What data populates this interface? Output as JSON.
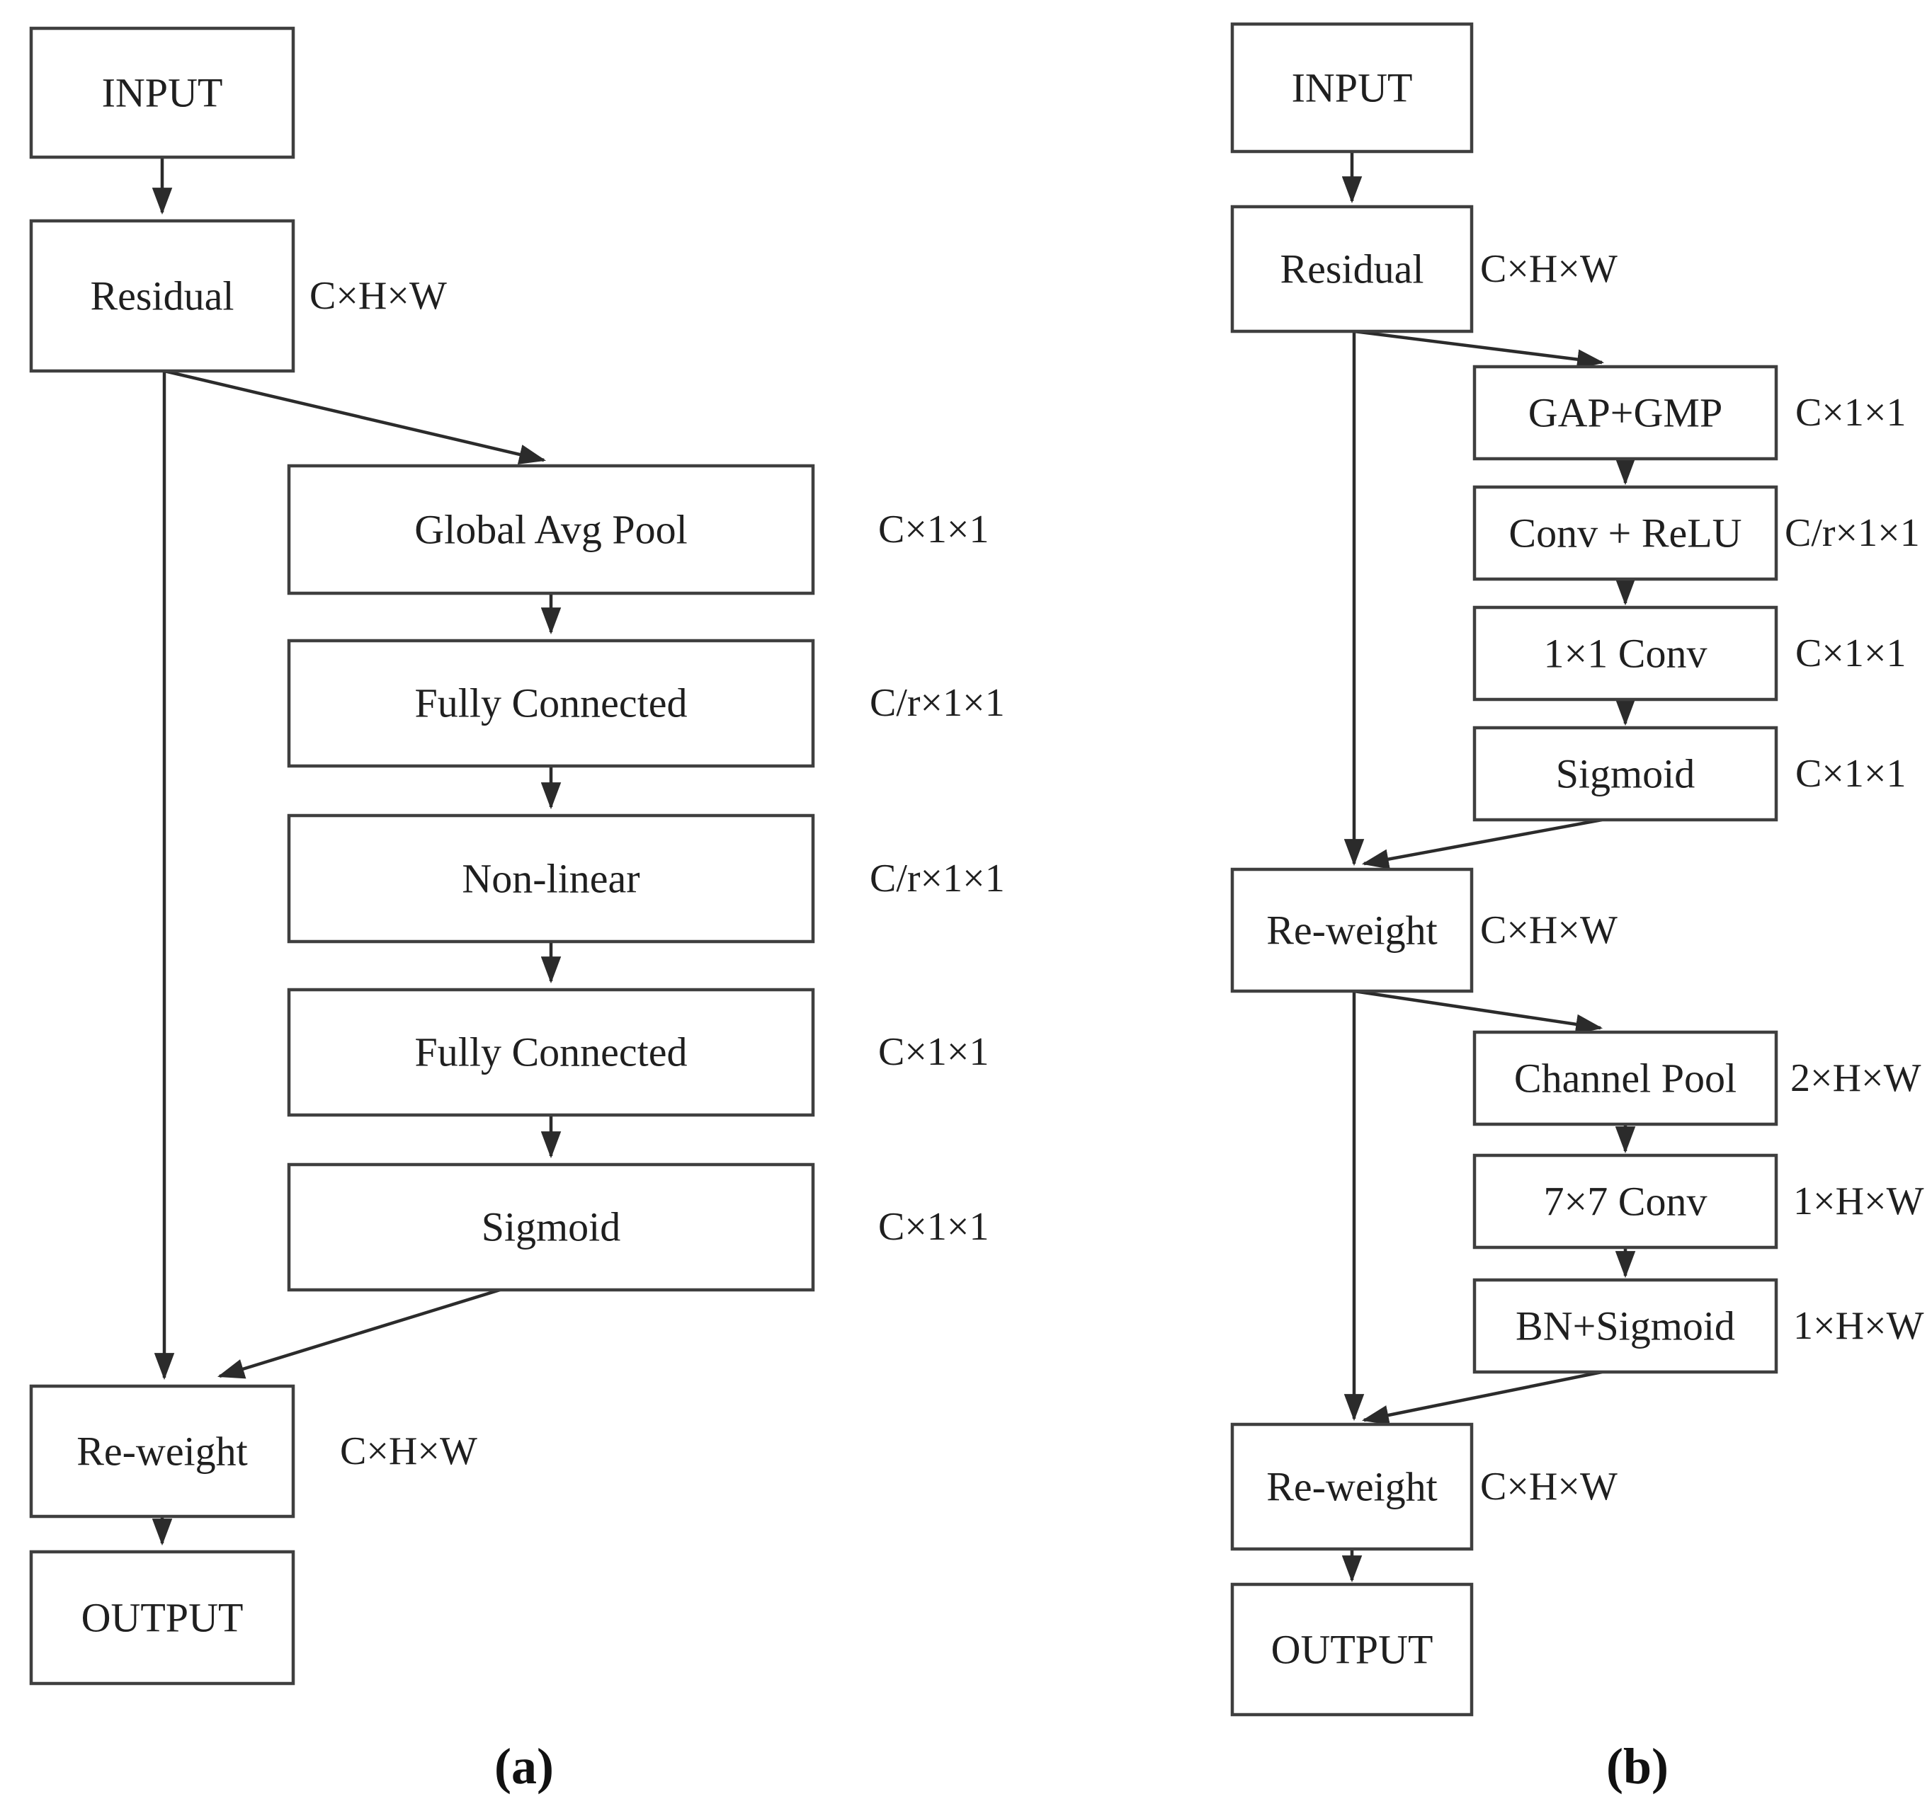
{
  "figure": {
    "background": "#ffffff",
    "line_color": "#2b2b2b",
    "box_border_color": "#3f3f3f",
    "text_color": "#1f1f1f"
  },
  "a": {
    "caption": "(a)",
    "boxes": {
      "input": "INPUT",
      "residual": "Residual",
      "gap": "Global Avg Pool",
      "fc1": "Fully Connected",
      "nonlinear": "Non-linear",
      "fc2": "Fully Connected",
      "sigmoid": "Sigmoid",
      "reweight": "Re-weight",
      "output": "OUTPUT"
    },
    "dims": {
      "residual": "C×H×W",
      "gap": "C×1×1",
      "fc1": "C/r×1×1",
      "nonlinear": "C/r×1×1",
      "fc2": "C×1×1",
      "sigmoid": "C×1×1",
      "reweight": "C×H×W"
    }
  },
  "b": {
    "caption": "(b)",
    "boxes": {
      "input": "INPUT",
      "residual": "Residual",
      "gapgmp": "GAP+GMP",
      "convrelu": "Conv + ReLU",
      "conv1x1": "1×1 Conv",
      "sigmoid": "Sigmoid",
      "reweight1": "Re-weight",
      "channelpool": "Channel Pool",
      "conv7x7": "7×7 Conv",
      "bnsigmoid": "BN+Sigmoid",
      "reweight2": "Re-weight",
      "output": "OUTPUT"
    },
    "dims": {
      "residual": "C×H×W",
      "gapgmp": "C×1×1",
      "convrelu": "C/r×1×1",
      "conv1x1": "C×1×1",
      "sigmoid": "C×1×1",
      "reweight1": "C×H×W",
      "channelpool": "2×H×W",
      "conv7x7": "1×H×W",
      "bnsigmoid": "1×H×W",
      "reweight2": "C×H×W"
    }
  }
}
